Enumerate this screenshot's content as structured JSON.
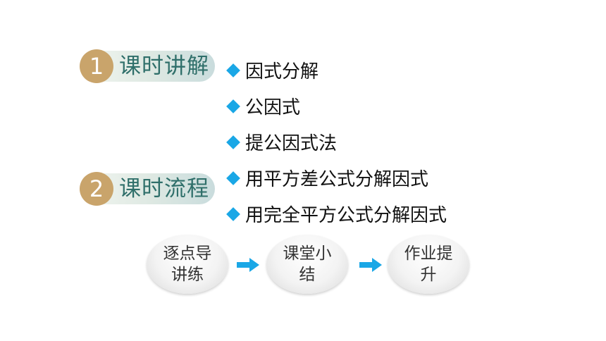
{
  "sections": [
    {
      "number": "1",
      "label": "课时讲解"
    },
    {
      "number": "2",
      "label": "课时流程"
    }
  ],
  "topics": [
    "因式分解",
    "公因式",
    "提公因式法",
    "用平方差公式分解因式",
    "用完全平方公式分解因式"
  ],
  "flow": {
    "steps": [
      "逐点导讲练",
      "课堂小结",
      "作业提升"
    ]
  },
  "colors": {
    "badge": "#c9a46b",
    "label_text": "#2f6f6a",
    "bullet": "#1aa7e6",
    "arrow": "#1aa7e6"
  }
}
